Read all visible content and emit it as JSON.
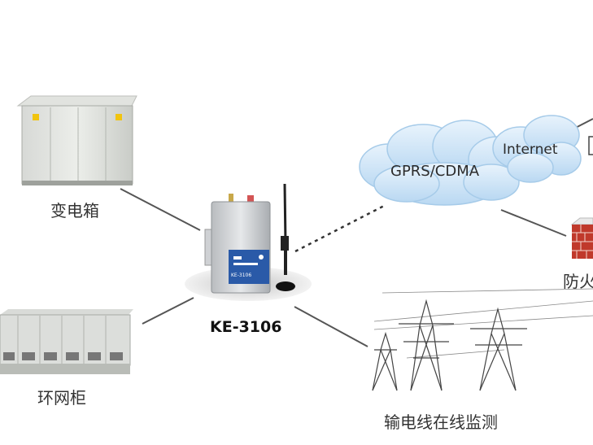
{
  "nodes": {
    "substation_box": {
      "label": "变电箱"
    },
    "ring_main_unit": {
      "label": "环网柜"
    },
    "dtu": {
      "label": "KE-3106",
      "panel_text": "KE-3106"
    },
    "transmission": {
      "label": "输电线在线监测"
    },
    "firewall": {
      "label": "防火"
    }
  },
  "cloud": {
    "gprs_label": "GPRS/CDMA",
    "internet_label": "Internet"
  },
  "colors": {
    "line": "#555555",
    "cloud_fill": "#cfe5f7",
    "cloud_edge": "#9fc6e8",
    "dtu_blue": "#2a5aa8",
    "brick": "#c0392b"
  }
}
